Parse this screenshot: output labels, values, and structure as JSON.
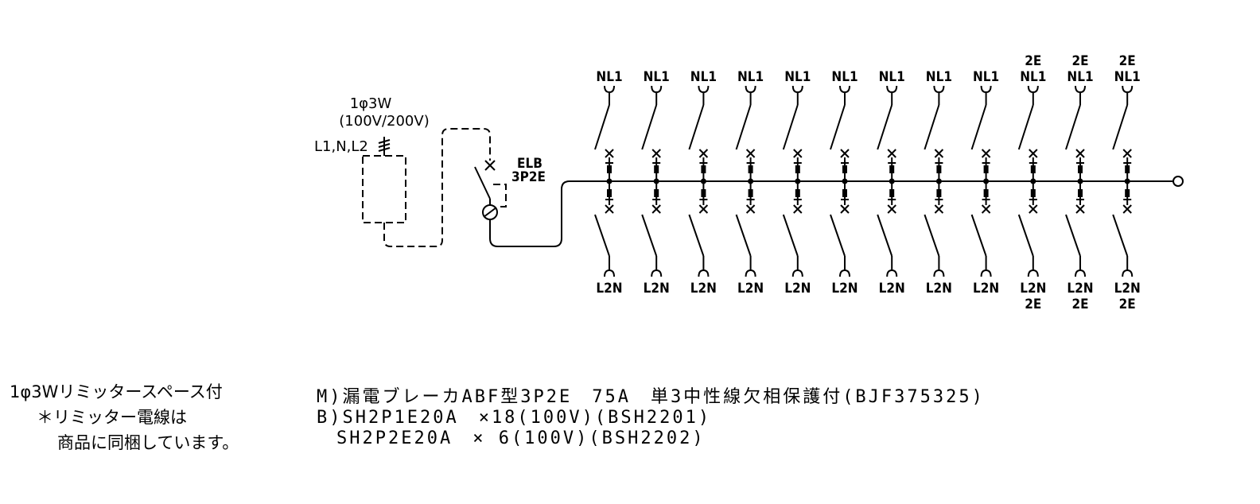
{
  "supply": {
    "phase": "1φ3W",
    "voltage": "(100V/200V)",
    "lines": "L1,N,L2"
  },
  "main_breaker": {
    "name": "ELB",
    "poles": "3P2E"
  },
  "branches": [
    {
      "top": [
        "NL1"
      ],
      "bottom": [
        "L2N"
      ]
    },
    {
      "top": [
        "NL1"
      ],
      "bottom": [
        "L2N"
      ]
    },
    {
      "top": [
        "NL1"
      ],
      "bottom": [
        "L2N"
      ]
    },
    {
      "top": [
        "NL1"
      ],
      "bottom": [
        "L2N"
      ]
    },
    {
      "top": [
        "NL1"
      ],
      "bottom": [
        "L2N"
      ]
    },
    {
      "top": [
        "NL1"
      ],
      "bottom": [
        "L2N"
      ]
    },
    {
      "top": [
        "NL1"
      ],
      "bottom": [
        "L2N"
      ]
    },
    {
      "top": [
        "NL1"
      ],
      "bottom": [
        "L2N"
      ]
    },
    {
      "top": [
        "NL1"
      ],
      "bottom": [
        "L2N"
      ]
    },
    {
      "top": [
        "2E",
        "NL1"
      ],
      "bottom": [
        "L2N",
        "2E"
      ]
    },
    {
      "top": [
        "2E",
        "NL1"
      ],
      "bottom": [
        "L2N",
        "2E"
      ]
    },
    {
      "top": [
        "2E",
        "NL1"
      ],
      "bottom": [
        "L2N",
        "2E"
      ]
    }
  ],
  "limiter_note": {
    "line1": "1φ3Wリミッタースペース付",
    "line2": "＊リミッター電線は",
    "line3": "商品に同梱しています。"
  },
  "spec_lines": {
    "main": "M)漏電ブレーカABF型3P2E　75A　単3中性線欠相保護付(BJF375325)",
    "branch1": "B)SH2P1E20A　×18(100V)(BSH2201)",
    "branch2": "　SH2P2E20A　× 6(100V)(BSH2202)"
  }
}
